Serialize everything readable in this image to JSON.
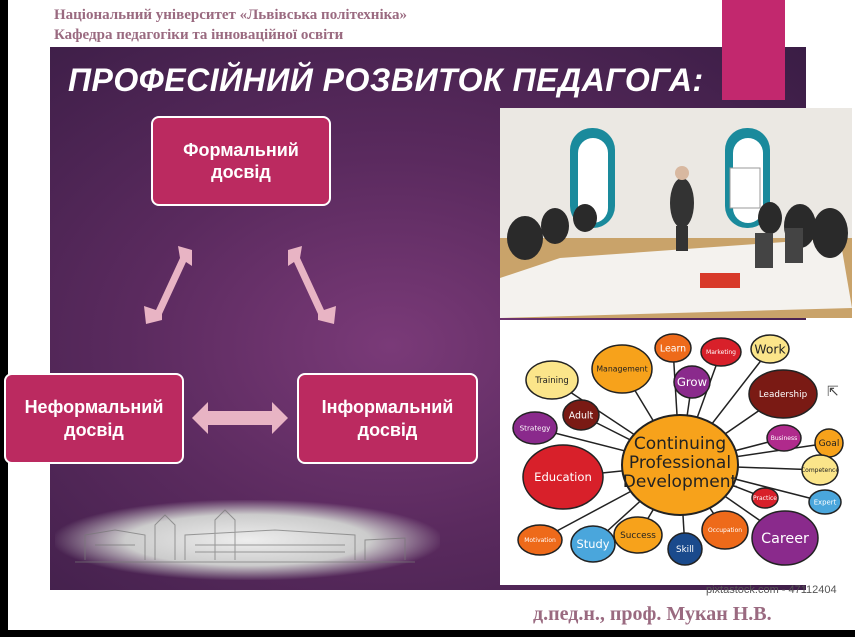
{
  "header": {
    "line1": "Національний університет «Львівська політехніка»",
    "line2": "Кафедра педагогіки та інноваційної освіти"
  },
  "slide": {
    "title": "ПРОФЕСІЙНИЙ РОЗВИТОК ПЕДАГОГА:"
  },
  "diagram": {
    "nodes": [
      "Формальний досвід",
      "Неформальний досвід",
      "Інформальний досвід"
    ]
  },
  "mindmap": {
    "center": "Continuing Professional Development",
    "bubbles": [
      {
        "label": "Training",
        "color": "#fbe58a",
        "text": "#222"
      },
      {
        "label": "Management",
        "color": "#f7a21b",
        "text": "#222"
      },
      {
        "label": "Learn",
        "color": "#ee6a1a",
        "text": "#fff"
      },
      {
        "label": "Marketing",
        "color": "#d8202a",
        "text": "#fff"
      },
      {
        "label": "Work",
        "color": "#fbe58a",
        "text": "#222"
      },
      {
        "label": "Grow",
        "color": "#8a2a8c",
        "text": "#fff"
      },
      {
        "label": "Leadership",
        "color": "#7a1a14",
        "text": "#fff"
      },
      {
        "label": "Adult",
        "color": "#7a1a14",
        "text": "#fff"
      },
      {
        "label": "Strategy",
        "color": "#8a2a8c",
        "text": "#fff"
      },
      {
        "label": "Business",
        "color": "#b02a8c",
        "text": "#fff"
      },
      {
        "label": "Goal",
        "color": "#f7a21b",
        "text": "#222"
      },
      {
        "label": "Education",
        "color": "#d8202a",
        "text": "#fff"
      },
      {
        "label": "Competence",
        "color": "#fbe58a",
        "text": "#222"
      },
      {
        "label": "Practice",
        "color": "#d8202a",
        "text": "#fff"
      },
      {
        "label": "Expert",
        "color": "#4aa6dc",
        "text": "#fff"
      },
      {
        "label": "Motivation",
        "color": "#ee6a1a",
        "text": "#fff"
      },
      {
        "label": "Study",
        "color": "#4aa6dc",
        "text": "#fff"
      },
      {
        "label": "Success",
        "color": "#f7a21b",
        "text": "#222"
      },
      {
        "label": "Skill",
        "color": "#1a4a8c",
        "text": "#fff"
      },
      {
        "label": "Occupation",
        "color": "#ee6a1a",
        "text": "#fff"
      },
      {
        "label": "Career",
        "color": "#8a2a8c",
        "text": "#fff"
      }
    ]
  },
  "image_credit": "pixtastock.com - 47112404",
  "footer": {
    "author": "д.пед.н., проф. Мукан Н.В."
  },
  "colors": {
    "accent": "#bb2a60",
    "panel": "#5a2a5e",
    "header_text": "#9a6a80",
    "magenta": "#c2286e"
  }
}
